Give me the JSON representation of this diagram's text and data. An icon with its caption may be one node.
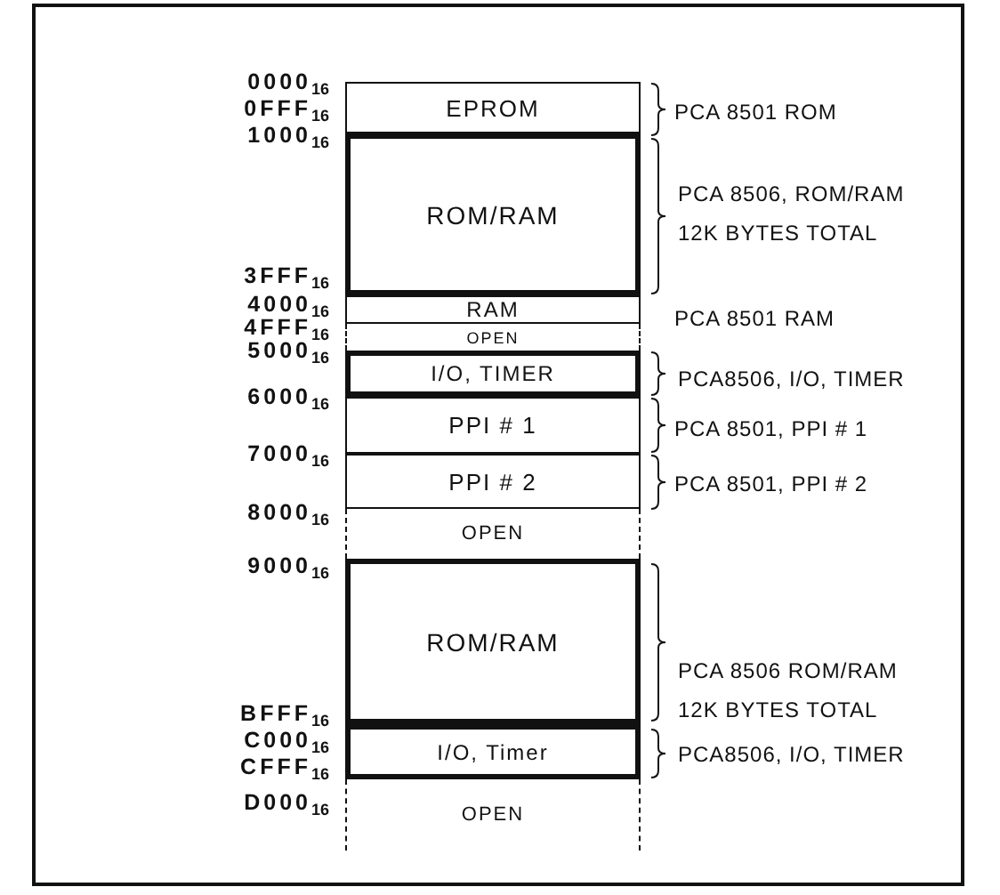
{
  "diagram": {
    "nodes": [
      {
        "text": [
          "EPROM"
        ],
        "beside": [
          "PCA 8501 ROM"
        ]
      },
      {
        "text": [
          "ROM/RAM"
        ],
        "beside": [
          "PCA 8506, ROM/RAM 12K BYTES TOTAL"
        ]
      },
      {
        "text": [
          "RAM"
        ],
        "beside": [
          "PCA 8501 RAM"
        ]
      },
      {
        "text": [
          "OPEN"
        ]
      },
      {
        "text": [
          "I/O, TIMER"
        ],
        "beside": [
          "PCA8506, I/O, TIMER"
        ]
      },
      {
        "text": [
          "PPI # 1"
        ],
        "beside": [
          "PCA 8501, PPI # 1"
        ]
      },
      {
        "text": [
          "PPI # 2"
        ],
        "beside": [
          "PCA 8501, PPI # 2"
        ]
      },
      {
        "text": [
          "OPEN"
        ]
      },
      {
        "text": [
          "ROM/RAM"
        ],
        "beside": [
          "PCA 8506 ROM/RAM 12K BYTES TOTAL"
        ]
      },
      {
        "text": [
          "I/O, Timer"
        ],
        "beside": [
          "PCA8506, I/O, TIMER"
        ]
      },
      {
        "text": [
          "OPEN"
        ]
      }
    ],
    "edges": [],
    "labels": [
      "0000$_{16}$",
      "0FFF$_{16}$",
      "1000$_{16}$",
      "3FFF$_{16}$",
      "4000$_{16}$",
      "4FFF$_{16}$",
      "5000$_{16}$",
      "6000$_{16}$",
      "7000$_{16}$",
      "8000$_{16}$",
      "9000$_{16}$",
      "BFFF$_{16}$",
      "C000$_{16}$",
      "CFFF$_{16}$",
      "D000$_{16}$"
    ]
  }
}
